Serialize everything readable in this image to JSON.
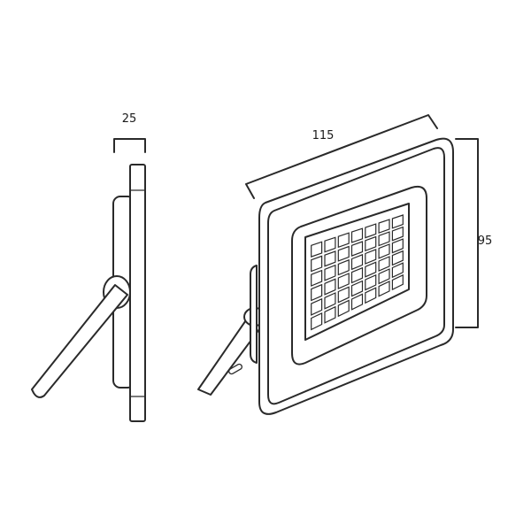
{
  "dimensions": {
    "depth_label": "25",
    "width_label": "115",
    "height_label": "95"
  },
  "led_grid": {
    "rows": 6,
    "cols": 7
  },
  "colors": {
    "line": "#2a2a2a",
    "background": "#ffffff"
  }
}
